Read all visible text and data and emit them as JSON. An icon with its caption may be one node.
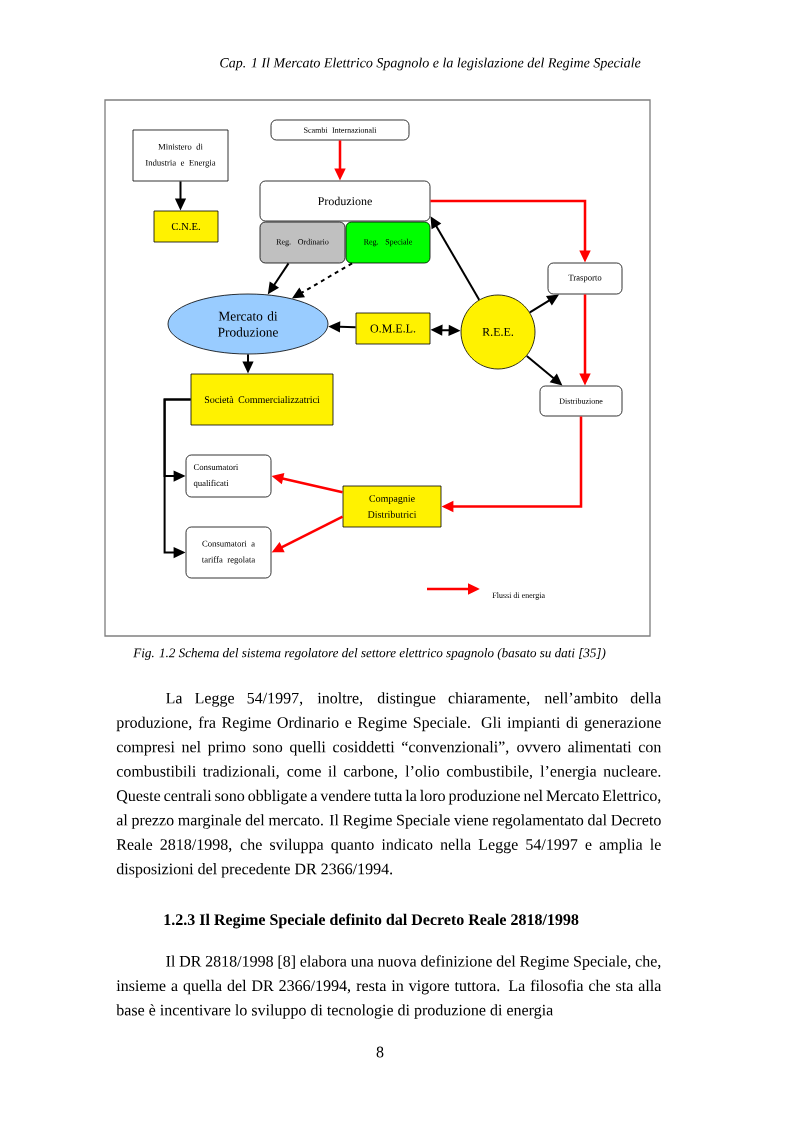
{
  "diagram": {
    "caption": "Fig. 1.2   Schema del sistema regolatore del settore elettrico spagnolo (basato su dati [35])",
    "nodes": [
      {
        "text": [
          "Ministero di Industria e Energia"
        ]
      },
      {
        "text": [
          "C.N.E."
        ]
      },
      {
        "text": [
          "Scambi Internazionali"
        ]
      },
      {
        "text": [
          "Produzione"
        ]
      },
      {
        "text": [
          "Reg. Ordinario"
        ]
      },
      {
        "text": [
          "Reg. Speciale"
        ]
      },
      {
        "text": [
          "Mercato di Produzione"
        ]
      },
      {
        "text": [
          "O.M.E.L."
        ]
      },
      {
        "text": [
          "R.E.E."
        ]
      },
      {
        "text": [
          "Trasporto"
        ]
      },
      {
        "text": [
          "Distribuzione"
        ]
      },
      {
        "text": [
          "Società Commercializzatrici"
        ]
      },
      {
        "text": [
          "Consumatori qualificati"
        ]
      },
      {
        "text": [
          "Consumatori a tariffa regolata"
        ]
      },
      {
        "text": [
          "Compagnie Distributrici"
        ]
      }
    ],
    "edges": [
      {
        "from": 0,
        "to": 1,
        "arrow": "to"
      },
      {
        "from": 2,
        "to": 3,
        "arrow": "to",
        "color": "#ff0000"
      },
      {
        "from": 4,
        "to": 6,
        "arrow": "to"
      },
      {
        "from": 5,
        "to": 6,
        "arrow": "to",
        "style": "dashed"
      },
      {
        "from": 7,
        "to": 6,
        "arrow": "to"
      },
      {
        "from": 7,
        "to": 8,
        "arrow": "both"
      },
      {
        "from": 8,
        "to": 3,
        "arrow": "to"
      },
      {
        "from": 8,
        "to": 9,
        "arrow": "to"
      },
      {
        "from": 8,
        "to": 10,
        "arrow": "to"
      },
      {
        "from": 3,
        "to": 9,
        "arrow": "to",
        "color": "#ff0000"
      },
      {
        "from": 9,
        "to": 10,
        "arrow": "to",
        "color": "#ff0000"
      },
      {
        "from": 10,
        "to": 14,
        "arrow": "to",
        "color": "#ff0000"
      },
      {
        "from": 6,
        "to": 11,
        "arrow": "to"
      },
      {
        "from": 11,
        "to": 12,
        "arrow": "to"
      },
      {
        "from": 11,
        "to": 13,
        "arrow": "to"
      },
      {
        "from": 14,
        "to": 12,
        "arrow": "to",
        "color": "#ff0000"
      },
      {
        "from": 14,
        "to": 13,
        "arrow": "to",
        "color": "#ff0000"
      }
    ],
    "labels": [
      "Cap. 1  Il Mercato Elettrico Spagnolo e la legislazione del Regime Speciale",
      "La Legge 54/1997, inoltre, distingue chiaramente, nell’ambito della produzione, fra Regime Ordinario e Regime Speciale. Gli impianti di generazione compresi nel primo sono quelli cosiddetti “convenzionali”, ovvero alimentati con combustibili tradizionali, come il carbone, l’olio combustibile, l’energia nucleare. Queste centrali sono obbligate a vendere tutta la loro produzione nel Mercato Elettrico, al prezzo marginale del mercato. Il Regime Speciale viene regolamentato dal Decreto Reale 2818/1998, che sviluppa quanto indicato nella Legge 54/1997 e amplia le disposizioni del precedente DR 2366/1994.",
      "1.2.3   Il Regime Speciale definito dal Decreto Reale 2818/1998",
      "Il DR 2818/1998 [8] elabora una nuova definizione del Regime Speciale, che, insieme a quella del DR 2366/1994, resta in vigore tuttora. La filosofia che sta alla base è incentivare lo sviluppo di tecnologie di produzione di energia",
      "8"
    ],
    "legend": [
      {
        "text": "Flussi di energia"
      }
    ]
  }
}
